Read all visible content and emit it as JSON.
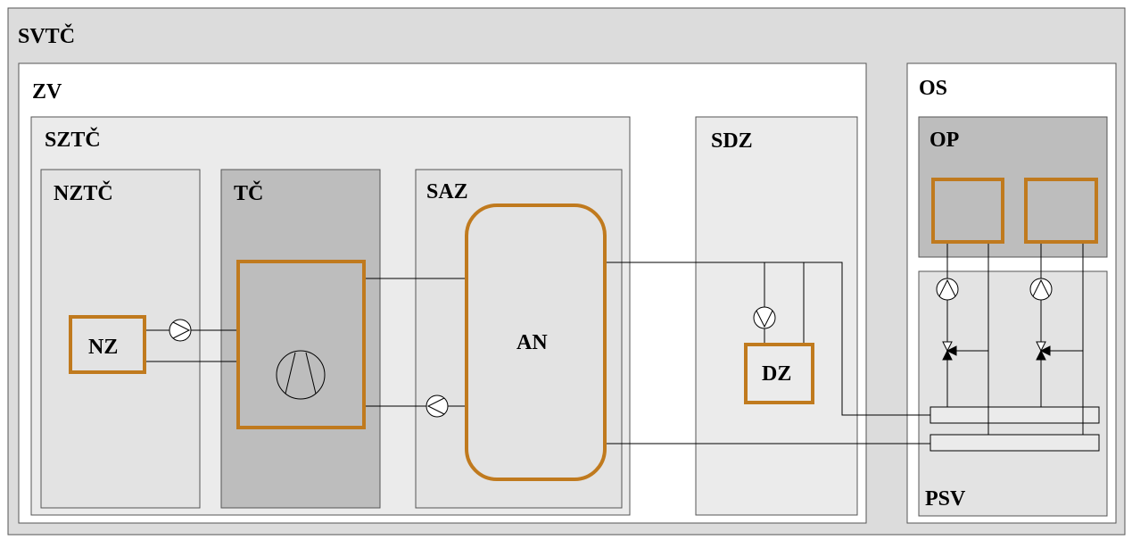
{
  "labels": {
    "svtc": "SVTČ",
    "zv": "ZV",
    "os": "OS",
    "sztc": "SZTČ",
    "sdz": "SDZ",
    "op": "OP",
    "nztc": "NZTČ",
    "tc": "TČ",
    "saz": "SAZ",
    "nz": "NZ",
    "an": "AN",
    "dz": "DZ",
    "psv": "PSV"
  },
  "colors": {
    "outer": "#dcdcdc",
    "white": "#ffffff",
    "light": "#ebebeb",
    "mid": "#e3e3e3",
    "dark": "#bdbdbd",
    "accent": "#c07a1e"
  },
  "icons": [
    "pump-icon",
    "compressor-icon",
    "valve-icon"
  ]
}
